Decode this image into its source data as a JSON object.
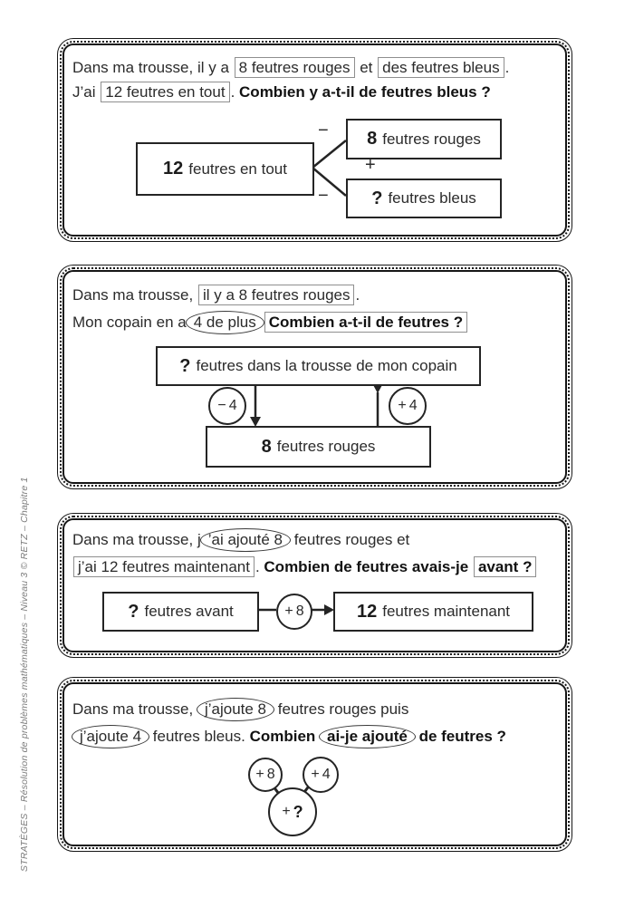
{
  "credit": "STRATÈGES – Résolution de problèmes mathématiques – Niveau 3 © RETZ – Chapitre 1",
  "colors": {
    "ink": "#161616",
    "text": "#2b2b2b",
    "highlight_border": "#8f8f8f",
    "credit_text": "#7d7d7d"
  },
  "panels": [
    {
      "line1": {
        "t1": "Dans ma trousse, il y a",
        "box1": "8 feutres rouges",
        "t2": " et ",
        "box2": "des feutres bleus",
        "t3": "."
      },
      "line2": {
        "t1": "J’ai",
        "box1": "12 feutres en tout",
        "t2": ". ",
        "q": "Combien y a-t-il de feutres bleus ?"
      },
      "diagram": {
        "total_box": {
          "num": "12",
          "label": "feutres en tout"
        },
        "part1_box": {
          "num": "8",
          "label": "feutres rouges"
        },
        "part2_box": {
          "num": "?",
          "label": "feutres bleus"
        },
        "ops": {
          "minus_top": "−",
          "plus": "+",
          "minus_bottom": "−"
        }
      }
    },
    {
      "line1": {
        "t1": "Dans ma trousse, ",
        "box1": "il y a 8 feutres rouges",
        "t2": "."
      },
      "line2": {
        "t1": "Mon copain en a",
        "ellipse1": "4 de plus",
        "qbox": "Combien a-t-il de feutres ?"
      },
      "diagram": {
        "top_box": {
          "num": "?",
          "label": "feutres dans la trousse de mon copain"
        },
        "bottom_box": {
          "num": "8",
          "label": "feutres rouges"
        },
        "left_circle": {
          "op": "−",
          "val": "4"
        },
        "right_circle": {
          "op": "+",
          "val": "4"
        }
      }
    },
    {
      "line1": {
        "t1": "Dans ma trousse, j",
        "ellipse1": "’ai ajouté 8",
        "t2": " feutres rouges et"
      },
      "line2": {
        "box1": "j’ai 12 feutres maintenant",
        "t1": ". ",
        "q1": "Combien de feutres avais-je ",
        "qbox": "avant ?"
      },
      "diagram": {
        "before_box": {
          "num": "?",
          "label": "feutres avant"
        },
        "circle": {
          "op": "+",
          "val": "8"
        },
        "after_box": {
          "num": "12",
          "label": "feutres maintenant"
        }
      }
    },
    {
      "line1": {
        "t1": "Dans ma trousse, ",
        "ellipse1": "j’ajoute 8",
        "t2": " feutres rouges puis"
      },
      "line2": {
        "ellipse1": "j’ajoute 4",
        "t1": " feutres bleus. ",
        "q1": "Combien ",
        "qellipse": "ai-je ajouté",
        "q2": " de feutres ?"
      },
      "diagram": {
        "circle1": {
          "op": "+",
          "val": "8"
        },
        "circle2": {
          "op": "+",
          "val": "4"
        },
        "sum_circle": {
          "op": "+",
          "val": "?"
        }
      }
    }
  ]
}
